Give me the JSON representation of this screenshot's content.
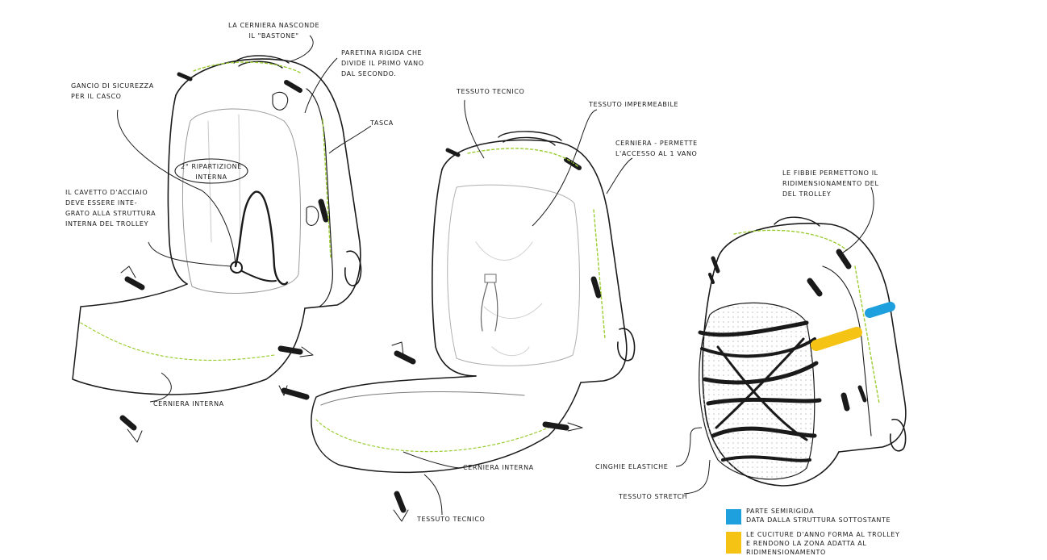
{
  "labels": {
    "cerniera_nasconde": "La cerniera nasconde\nil \"bastone\"",
    "paretina": "Paretina rigida che\ndivide il primo vano\ndal secondo.",
    "gancio": "Gancio di sicurezza\nper il casco",
    "tasca": "Tasca",
    "ripartizione": "2° ripartizione\ninterna",
    "cavetto": "Il cavetto d'acciaio\ndeve essere inte-\ngrato alla struttura\ninterna del trolley",
    "cerniera_interna_1": "Cerniera interna",
    "tessuto_tecnico_1": "Tessuto tecnico",
    "tessuto_impermeabile": "Tessuto impermeabile",
    "cerniera_accesso": "Cerniera - permette\nl'accesso al 1 vano",
    "cerniera_interna_2": "Cerniera interna",
    "tessuto_tecnico_2": "Tessuto tecnico",
    "fibbie": "Le fibbie permettono il\nridimensionamento del\ndel trolley",
    "cinghie": "Cinghie elastiche",
    "tessuto_stretch": "Tessuto stretch"
  },
  "legend": [
    {
      "color": "#1da0dd",
      "text": "Parte semirigida\ndata dalla struttura sottostante"
    },
    {
      "color": "#f5c313",
      "text": "Le cuciture d'anno forma al trolley\ne rendono la zona adatta al\nridimensionamento"
    }
  ],
  "colors": {
    "stitch": "#9acd32",
    "line": "#1a1a1a",
    "fill_faint": "#cfcfcf"
  }
}
